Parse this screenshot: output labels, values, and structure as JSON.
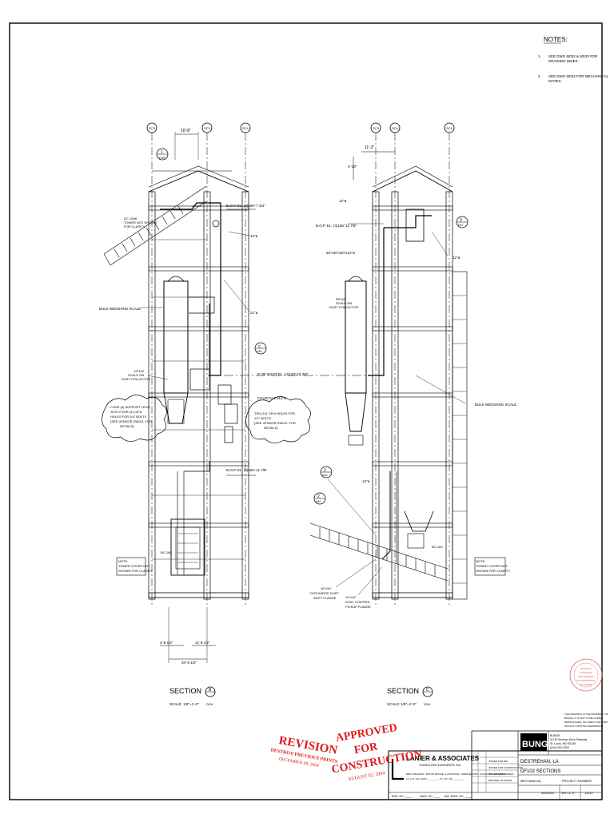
{
  "notes": {
    "heading": "NOTES:",
    "items": [
      {
        "num": "1.",
        "text": [
          "SEE DWG M032 & M033 FOR",
          "DRAWING INDEX."
        ]
      },
      {
        "num": "2.",
        "text": [
          "SEE DWG M034 FOR MECHANICAL",
          "NOTES."
        ]
      }
    ]
  },
  "grid_bubbles_b": [
    "SC3",
    "SC3",
    "SC4"
  ],
  "grid_bubbles_c": [
    "SC3",
    "SC4",
    "SC1"
  ],
  "section_b": {
    "title": "SECTION",
    "letter": "B",
    "sheet": "D204",
    "scale": "SCALE: 1/8\"=1'-0\"",
    "dim_top": "10'-8\"",
    "top_elev": "B.O.P. EL. (4)166'-7 3/4\"",
    "mid_elev": "B.O.P. EL. (4)166'-11 7/8\"",
    "leader_pipe_upper": "12\"ø",
    "leader_pipe_lower": "21\"ø",
    "bucket_elev": "BULK WEIGHING SCALE",
    "tower_not_shown": [
      "DC-1058",
      "TOWER NOT SHOWN",
      "FOR CLARITY"
    ],
    "df_scale": [
      "DF102",
      "SCALE ON",
      "DUST COLLECTOR"
    ],
    "duct_size": "24\"x20\"x14\"x12\"ø",
    "cloud_left": [
      "FOUR (4) SUPPORT LEGS",
      "WITH FOUR (4) 1/8\"ø",
      "HOLES FOR 3/4\" BOLTS",
      "(SEE VENDOR DWGS. FOR",
      "DETAILS)"
    ],
    "cloud_right": [
      "TEN (10) 7/8\"ø HOLES FOR",
      "1/2\" BOLTS",
      "(SEE VENDOR DWGS. FOR",
      "DETAILS)"
    ],
    "note_box": [
      "NOTE:",
      "TOWER COVER NOT",
      "SHOWN FOR CLARITY"
    ],
    "bc_label": "BC-18C",
    "dim_a": "4'-6 1/2\"",
    "dim_b": "11'-9 1/2\"",
    "dim_c": "20'-9 1/2\"",
    "bubble_num": "1",
    "bubble_ref": "D40",
    "bubble_c": "C",
    "bubble_c_ref": "D40",
    "ctr_label": "8' OF INLET EL. (4)100'-10 3/8\""
  },
  "section_c": {
    "title": "SECTION",
    "letter": "C",
    "sheet": "D204",
    "scale": "SCALE: 1/8\"=1'-0\"",
    "dim_top": "11'-3\"",
    "dim_v": "4'-10\"",
    "top_elev": "B.O.P. EL. (4)166'-11 7/8\"",
    "pipe_a": "12\"ø",
    "pipe_b": "12\"ø",
    "duct": "26\"x20\"x20\"x12\"ø",
    "df_scale": [
      "DF102",
      "SCALE ON",
      "DUST COLLECTOR"
    ],
    "bulk_scale": "BULK WEIGHING SCALE",
    "bc_label": "BC-18C",
    "discharge": [
      "16\"x16\"",
      "DISCHARGE DUST",
      "INLET FLANGE"
    ],
    "pickup": [
      "10\"x14\"",
      "DUST CONTROL",
      "PICKUP FLANGE"
    ],
    "note_box": [
      "NOTE:",
      "TOWER COVER NOT",
      "SHOWN FOR CLARITY"
    ],
    "bubble_3": "3",
    "bubble_3_ref": "D47",
    "bubble_1": "1",
    "bubble_1_ref": "D40",
    "bubble_2": "2",
    "bubble_2_ref": "D40"
  },
  "stamps": {
    "revision": "REVISION",
    "destroy": "DESTROY PREVIOUS PRINTS",
    "rev_date": "DECEMBER 08, 2004",
    "approved": [
      "APPROVED",
      "FOR",
      "CONSTRUCTION"
    ],
    "appr_date": "AUGUST 02, 2004"
  },
  "title_block": {
    "firm": "LANIER & ASSOCIATES",
    "firm_sub": "CONSULTING ENGINEERS, INC.",
    "firm_addr": [
      "NEW ORLEANS • BATON ROUGE • LAFAYETTE • SHREVEPORT • HOUSTON • MONROE",
      "LA. LIC. NO. AUTH. ________   TX. LIC. NO. ________"
    ],
    "company": "BUNGE",
    "company_addr": [
      "BUNGE",
      "11720 Borman Drive Parkway",
      "St. Louis, MO 63146",
      "(314) 292-2000"
    ],
    "project": "DESTREHAN, LA",
    "sheet_title": "DF102 SECTIONS",
    "discipline": "MECHANICAL",
    "drawn_label": "PROJECT NUMBER",
    "date": "04/02/03",
    "scale": "1/8\"=1'-0\"",
    "dwg_no": "D212",
    "rev_rows": [
      "ISSUED FOR BID",
      "ISSUED FOR CONSTRUCTION",
      "ISSUED FOR REVIEW",
      "REVISED AS NOTED"
    ],
    "bottom_row": [
      "ENG. NO. ____",
      "DWG. NO. ____",
      "LAN. DWG. NO. ____"
    ]
  },
  "seal": {
    "lines": [
      "STATE OF",
      "LOUISIANA",
      "REGISTERED",
      "PROFESSIONAL",
      "ENGINEER"
    ],
    "note": [
      "THIS DRAWING IS THE PROPERTY OF",
      "BUNGE. IT IS NOT TO BE COPIED,",
      "REPRODUCED, OR USED IN ANY WAY",
      "WITHOUT WRITTEN PERMISSION."
    ]
  },
  "colors": {
    "ink": "#000000",
    "stamp": "#e01818",
    "seal": "#e06060"
  }
}
